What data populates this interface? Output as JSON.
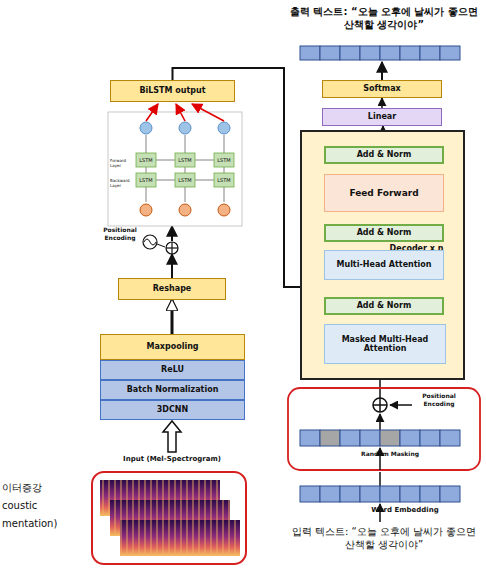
{
  "diagram": {
    "nodes": [
      {
        "text": [
          "3DCNN"
        ]
      },
      {
        "text": [
          "Batch Normalization"
        ]
      },
      {
        "text": [
          "ReLU"
        ]
      },
      {
        "text": [
          "Maxpooling"
        ]
      },
      {
        "text": [
          "Reshape"
        ]
      },
      {
        "text": [
          "BiLSTM output"
        ]
      },
      {
        "text": [
          "Decoder x n"
        ]
      },
      {
        "text": [
          "Add & Norm"
        ],
        "in": 6
      },
      {
        "text": [
          "Feed Forward"
        ],
        "in": 6
      },
      {
        "text": [
          "Add & Norm"
        ],
        "in": 6
      },
      {
        "text": [
          "Multi-Head Attention"
        ],
        "in": 6
      },
      {
        "text": [
          "Add & Norm"
        ],
        "in": 6
      },
      {
        "text": [
          "Masked Multi-Head Attention"
        ],
        "in": 6
      },
      {
        "text": [
          "Linear"
        ]
      },
      {
        "text": [
          "Softmax"
        ]
      }
    ],
    "edges": [
      {
        "from": 3,
        "to": 4,
        "arrow": "to"
      },
      {
        "from": 5,
        "to": 10,
        "arrow": "to"
      },
      {
        "from": 12,
        "to": 11,
        "arrow": "to"
      },
      {
        "from": 11,
        "to": 10,
        "arrow": "to"
      },
      {
        "from": 10,
        "to": 9,
        "arrow": "to"
      },
      {
        "from": 9,
        "to": 8,
        "arrow": "to"
      },
      {
        "from": 8,
        "to": 7,
        "arrow": "to"
      },
      {
        "from": 7,
        "to": 13,
        "arrow": "to"
      },
      {
        "from": 13,
        "to": 14,
        "arrow": "to"
      }
    ],
    "labels": [
      "출력 텍스트: “오늘 오후에 날씨가 좋으면 산책할 생각이야”",
      "Positional Encoding",
      "Forward Layer",
      "Backward Layer",
      "LSTM",
      "LSTM",
      "LSTM",
      "LSTM",
      "LSTM",
      "LSTM",
      "Input (Mel-Spectrogram)",
      "이터증강",
      "coustic",
      "mentation)",
      "Positional Encoding",
      "Random Masking",
      "Word Embedding",
      "입력 텍스트: “오늘 오후에 날씨가 좋으면 산책할 생각이야”"
    ]
  }
}
